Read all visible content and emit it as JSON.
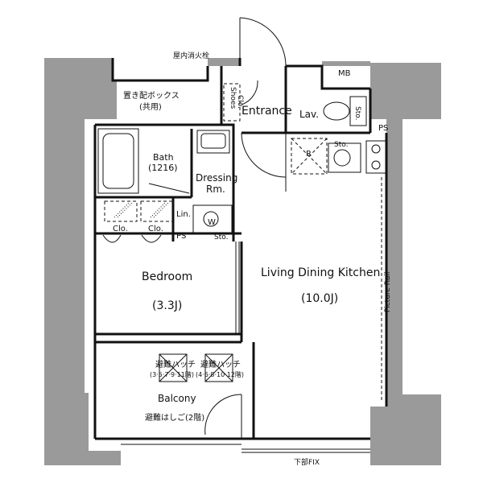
{
  "labels": {
    "fire_hydrant": "屋内消火栓",
    "delivery_box": "置き配ボックス",
    "delivery_box_sub": "(共用)",
    "mb": "MB",
    "ps_top": "PS",
    "ps_mid": "PS",
    "shoes_1": "Shoes",
    "shoes_2": "Clo.",
    "entrance": "Entrance",
    "lav": "Lav.",
    "sto_wc": "Sto.",
    "bath_1": "Bath",
    "bath_2": "(1216)",
    "dressing_1": "Dressing",
    "dressing_2": "Rm.",
    "r": "R",
    "sto_kitchen": "Sto.",
    "lin": "Lin.",
    "w": "W",
    "sto_small": "Sto.",
    "clo_1": "Clo.",
    "clo_2": "Clo.",
    "bedroom": "Bedroom",
    "bedroom_size": "(3.3J)",
    "ldk": "Living Dining Kitchen",
    "ldk_size": "(10.0J)",
    "picture_rail": "Picture Rail",
    "hatch_1": "避難ハッチ",
    "hatch_1_floors": "(3·5·7·9·11階)",
    "hatch_2": "避難ハッチ",
    "hatch_2_floors": "(4·6·8·10·12階)",
    "balcony": "Balcony",
    "ladder": "避難はしご(2階)",
    "lower_fix": "下部FIX"
  }
}
